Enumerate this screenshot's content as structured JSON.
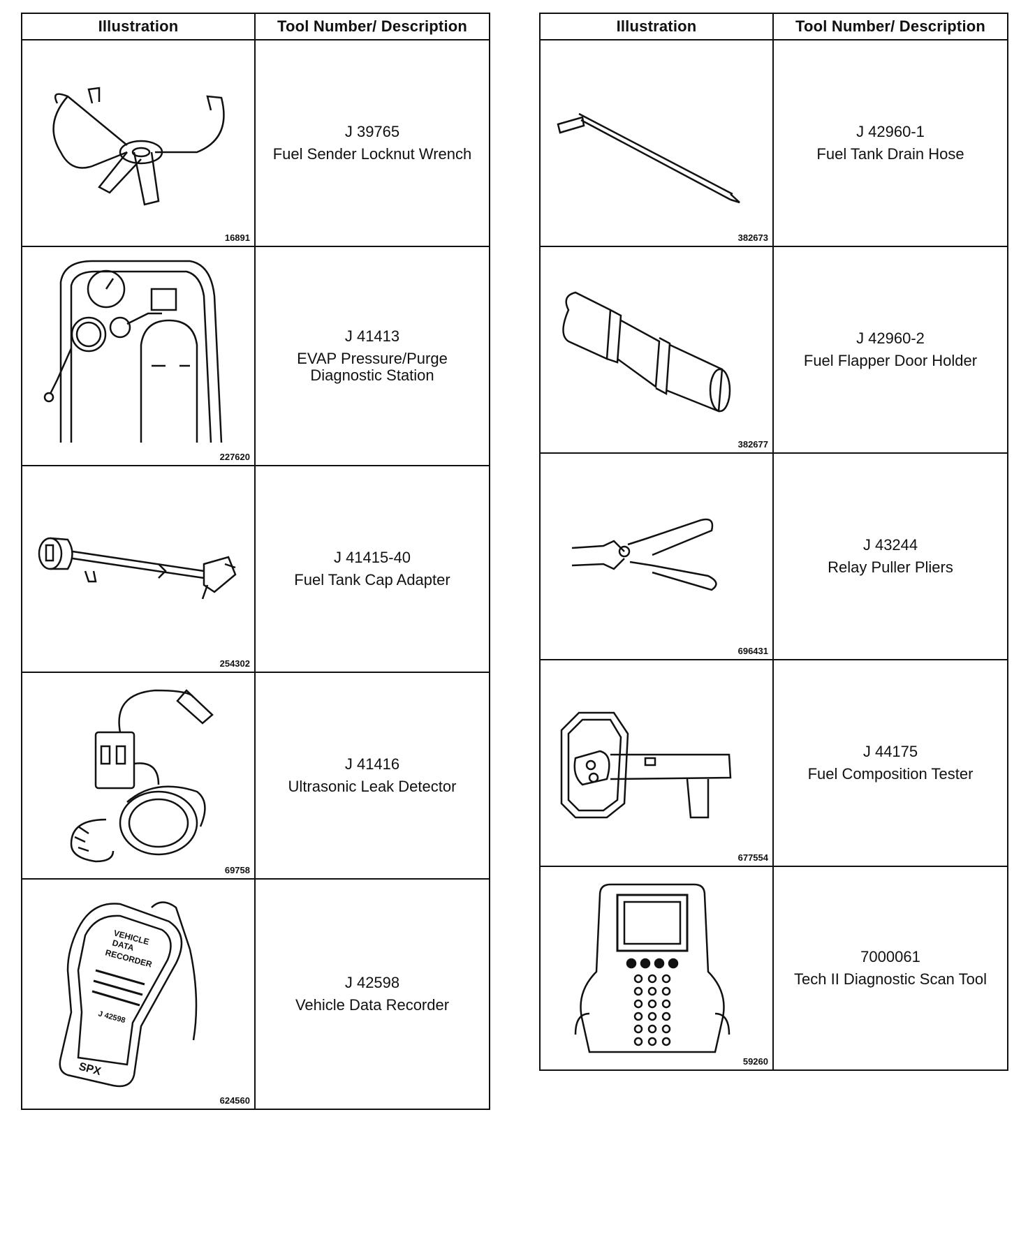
{
  "headers": {
    "illustration": "Illustration",
    "description": "Tool Number/ Description"
  },
  "left_tools": [
    {
      "number": "J 39765",
      "description": "Fuel Sender Locknut Wrench",
      "ref": "16891",
      "icon": "locknut-wrench-icon"
    },
    {
      "number": "J 41413",
      "description": "EVAP Pressure/Purge Diagnostic Station",
      "ref": "227620",
      "icon": "diagnostic-station-icon"
    },
    {
      "number": "J 41415-40",
      "description": "Fuel Tank Cap Adapter",
      "ref": "254302",
      "icon": "cap-adapter-icon"
    },
    {
      "number": "J 41416",
      "description": "Ultrasonic Leak Detector",
      "ref": "69758",
      "icon": "leak-detector-icon"
    },
    {
      "number": "J 42598",
      "description": "Vehicle Data Recorder",
      "ref": "624560",
      "icon": "data-recorder-icon"
    }
  ],
  "right_tools": [
    {
      "number": "J 42960-1",
      "description": "Fuel Tank Drain Hose",
      "ref": "382673",
      "icon": "drain-hose-icon"
    },
    {
      "number": "J 42960-2",
      "description": "Fuel Flapper Door Holder",
      "ref": "382677",
      "icon": "door-holder-icon"
    },
    {
      "number": "J 43244",
      "description": "Relay Puller Pliers",
      "ref": "696431",
      "icon": "relay-pliers-icon"
    },
    {
      "number": "J 44175",
      "description": "Fuel Composition Tester",
      "ref": "677554",
      "icon": "composition-tester-icon"
    },
    {
      "number": "7000061",
      "description": "Tech II Diagnostic Scan Tool",
      "ref": "59260",
      "icon": "scan-tool-icon"
    }
  ],
  "device_label_lines": [
    "VEHICLE",
    "DATA",
    "RECORDER",
    "J 42598"
  ],
  "device_brand": "SPX"
}
